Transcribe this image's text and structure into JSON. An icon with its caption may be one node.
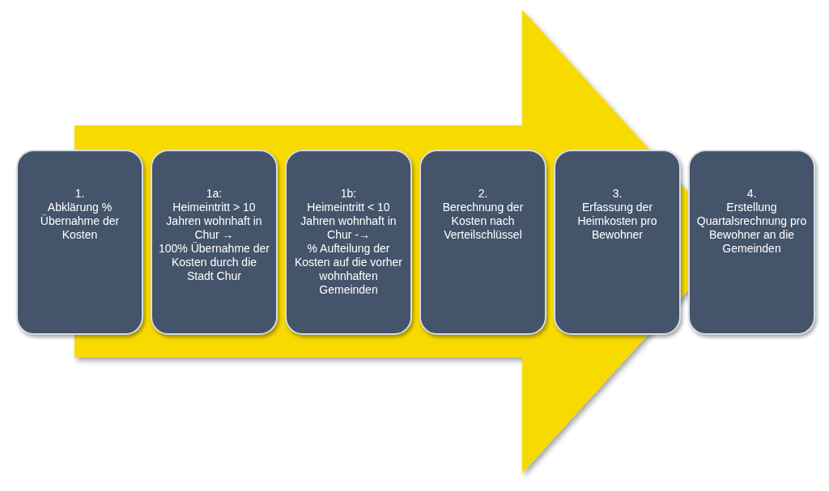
{
  "diagram": {
    "nodes": [
      {
        "text": [
          "1.",
          "Abklärung % Übernahme der Kosten"
        ]
      },
      {
        "text": [
          "1a:",
          "Heimeintritt > 10 Jahren wohnhaft in Chur →",
          "100% Übernahme der Kosten durch die Stadt Chur"
        ]
      },
      {
        "text": [
          "1b:",
          "Heimeintritt < 10 Jahren wohnhaft in Chur -→",
          "% Aufteilung der Kosten auf die vorher wohnhaften Gemeinden"
        ]
      },
      {
        "text": [
          "2.",
          "Berechnung der Kosten nach Verteilschlüssel"
        ]
      },
      {
        "text": [
          "3.",
          "Erfassung der Heimkosten pro Bewohner"
        ]
      },
      {
        "text": [
          "4.",
          "Erstellung Quartalsrechnung pro Bewohner an die Gemeinden"
        ]
      }
    ],
    "edges": [
      {
        "from": 0,
        "to": 5,
        "arrow": "to"
      }
    ]
  }
}
